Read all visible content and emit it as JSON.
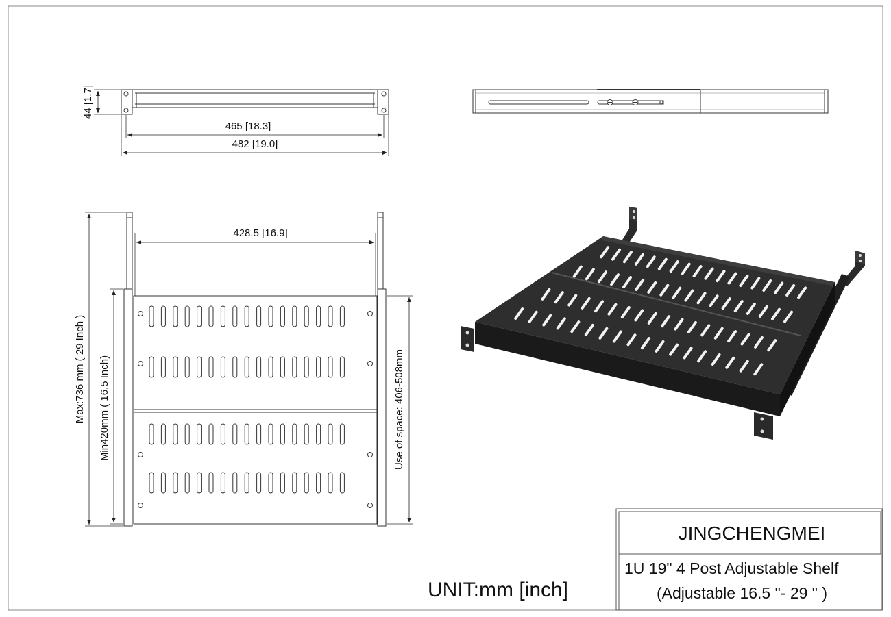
{
  "dimensions": {
    "front_height": "44 [1.7]",
    "front_inner_width": "465 [18.3]",
    "front_outer_width": "482 [19.0]",
    "top_inner_width": "428.5 [16.9]",
    "max_depth": "Max:736 mm ( 29 Inch )",
    "min_depth": "Min420mm ( 16.5 Inch)",
    "use_of_space": "Use of space:  406-508mm"
  },
  "unit_label": "UNIT:mm [inch]",
  "title_block": {
    "brand": "JINGCHENGMEI",
    "product_line1": "1U 19\" 4 Post Adjustable Shelf",
    "product_line2": "(Adjustable 16.5 \"- 29 \" )"
  },
  "colors": {
    "line": "#333333",
    "shelf_top": "#2e2e2e",
    "shelf_side": "#1a1a1a",
    "slot": "#f2f2f2"
  }
}
